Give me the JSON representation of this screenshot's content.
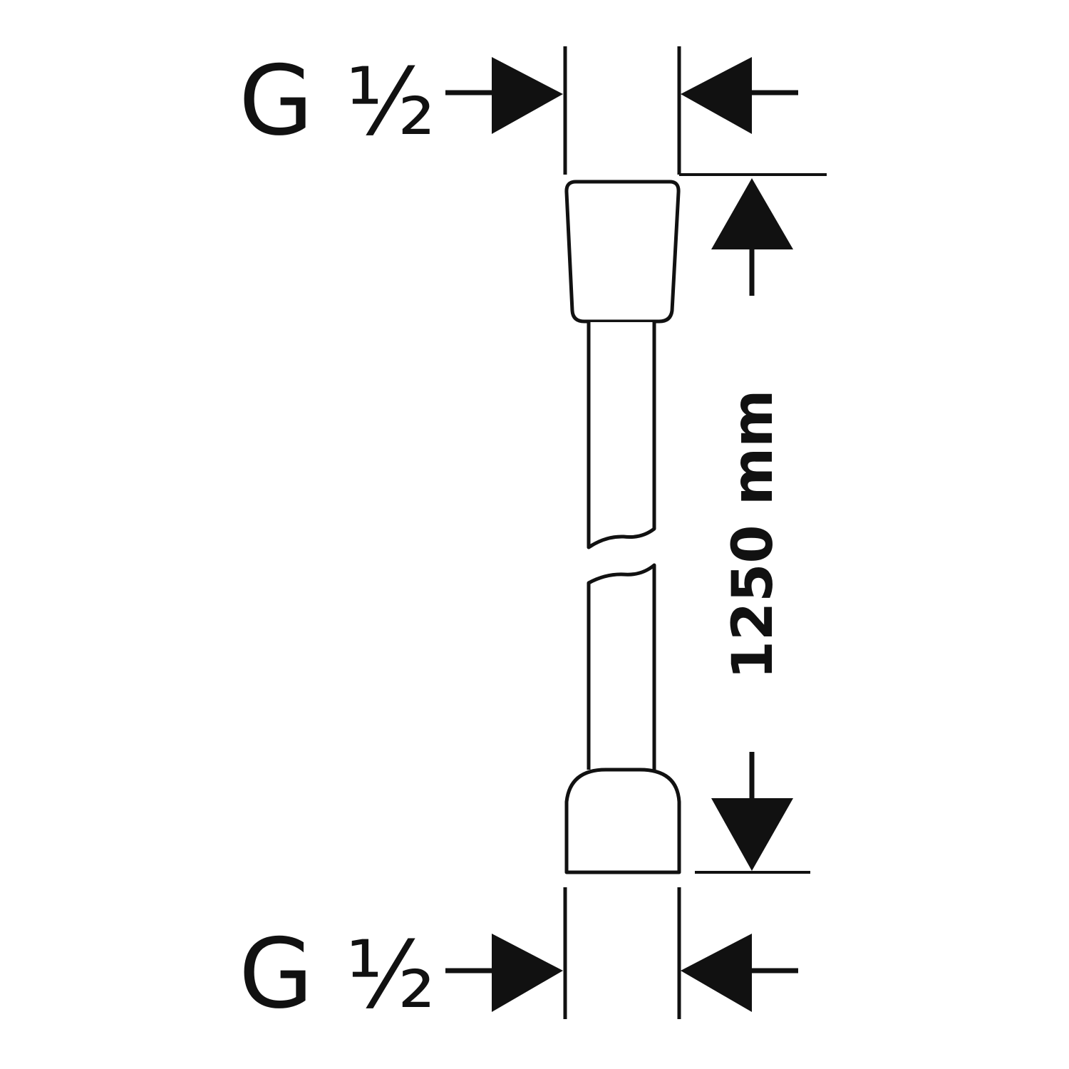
{
  "diagram": {
    "top_connection": {
      "letter": "G",
      "fraction": "½"
    },
    "bottom_connection": {
      "letter": "G",
      "fraction": "½"
    },
    "length_label": "1250 mm",
    "line_color": "#111111",
    "background": "#ffffff"
  }
}
